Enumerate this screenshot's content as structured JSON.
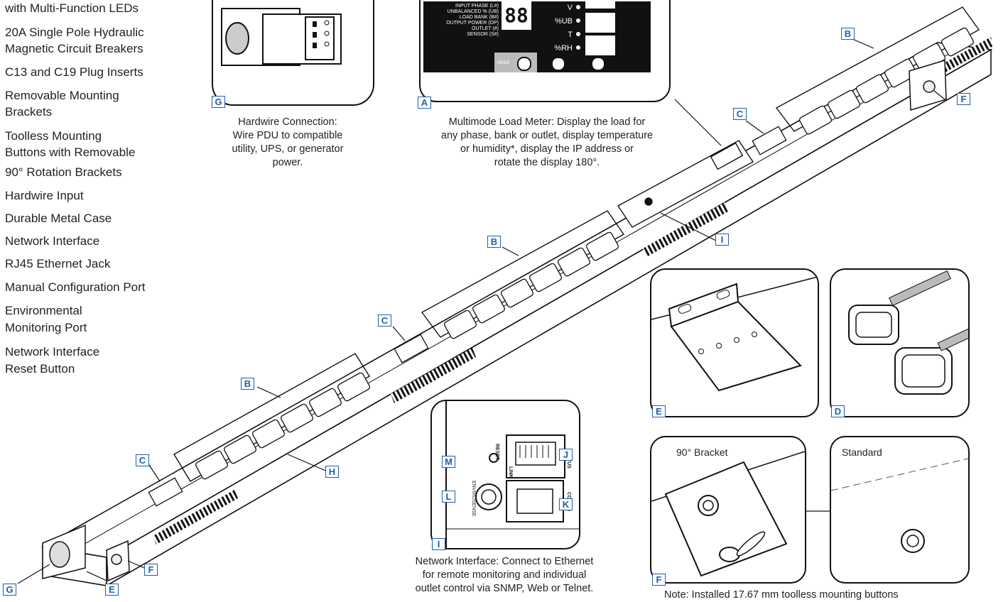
{
  "features": [
    "with Multi-Function LEDs",
    "20A Single Pole Hydraulic",
    "Magnetic Circuit Breakers",
    "C13 and C19 Plug Inserts",
    "Removable Mounting",
    "Brackets",
    "Toolless Mounting",
    "Buttons with Removable",
    "90° Rotation Brackets",
    "Hardwire Input",
    "Durable Metal Case",
    "Network Interface",
    "RJ45 Ethernet Jack",
    "Manual Configuration Port",
    "Environmental",
    "Monitoring Port",
    "Network Interface",
    "Reset Button"
  ],
  "captions": {
    "hardwire": [
      "Hardwire Connection:",
      "Wire PDU to compatible",
      "utility, UPS, or generator",
      "power."
    ],
    "meter": [
      "Multimode Load Meter: Display the load for",
      "any phase, bank or outlet, display temperature",
      "or humidity*, display the IP address or",
      "rotate the display 180°."
    ],
    "network": [
      "Network Interface: Connect to Ethernet",
      "for remote monitoring and individual",
      "outlet control via SNMP, Web or Telnet."
    ],
    "note": "Note: Installed 17.67 mm toolless mounting buttons"
  },
  "meter_panel": {
    "lines": [
      "INPUT PHASE (L#)",
      "UNBALANCED % (UB)",
      "LOAD BANK (B#)",
      "OUTPUT POWER (OP)",
      "OUTLET (#)",
      "SENSOR (S#)"
    ],
    "digits_left": "88",
    "units": [
      "V",
      "%UB",
      "T",
      "%RH"
    ],
    "mode_label": "MODE"
  },
  "network_panel": {
    "reset": "RESET",
    "envirosense": "ENVIROSENSE",
    "link": "LINK",
    "status": "STATUS",
    "config": "CONFIG"
  },
  "bracket_panels": {
    "rotated": "90° Bracket",
    "standard": "Standard"
  },
  "callouts": {
    "A": "A",
    "B": "B",
    "C": "C",
    "D": "D",
    "E": "E",
    "F": "F",
    "G": "G",
    "H": "H",
    "I": "I",
    "J": "J",
    "K": "K",
    "L": "L",
    "M": "M"
  }
}
